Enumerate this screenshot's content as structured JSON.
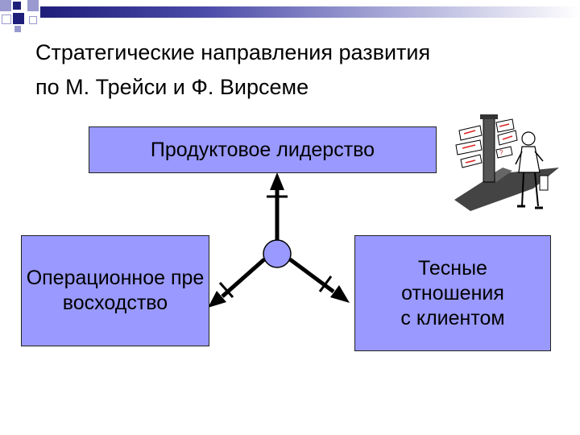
{
  "title": {
    "line1": "Стратегические направления развития",
    "line2": "по М. Трейси и Ф. Вирсеме"
  },
  "nodes": {
    "top": "Продуктовое лидерство",
    "left": "Операционное превосходство",
    "right_line1": "Тесные",
    "right_line2": "отношения",
    "right_line3": "с клиентом"
  },
  "colors": {
    "box_fill": "#9999ff",
    "hub_fill": "#9999ff",
    "banner_dark": "#1f1f7a"
  },
  "icons": {
    "illustration": "signpost-person-icon"
  }
}
